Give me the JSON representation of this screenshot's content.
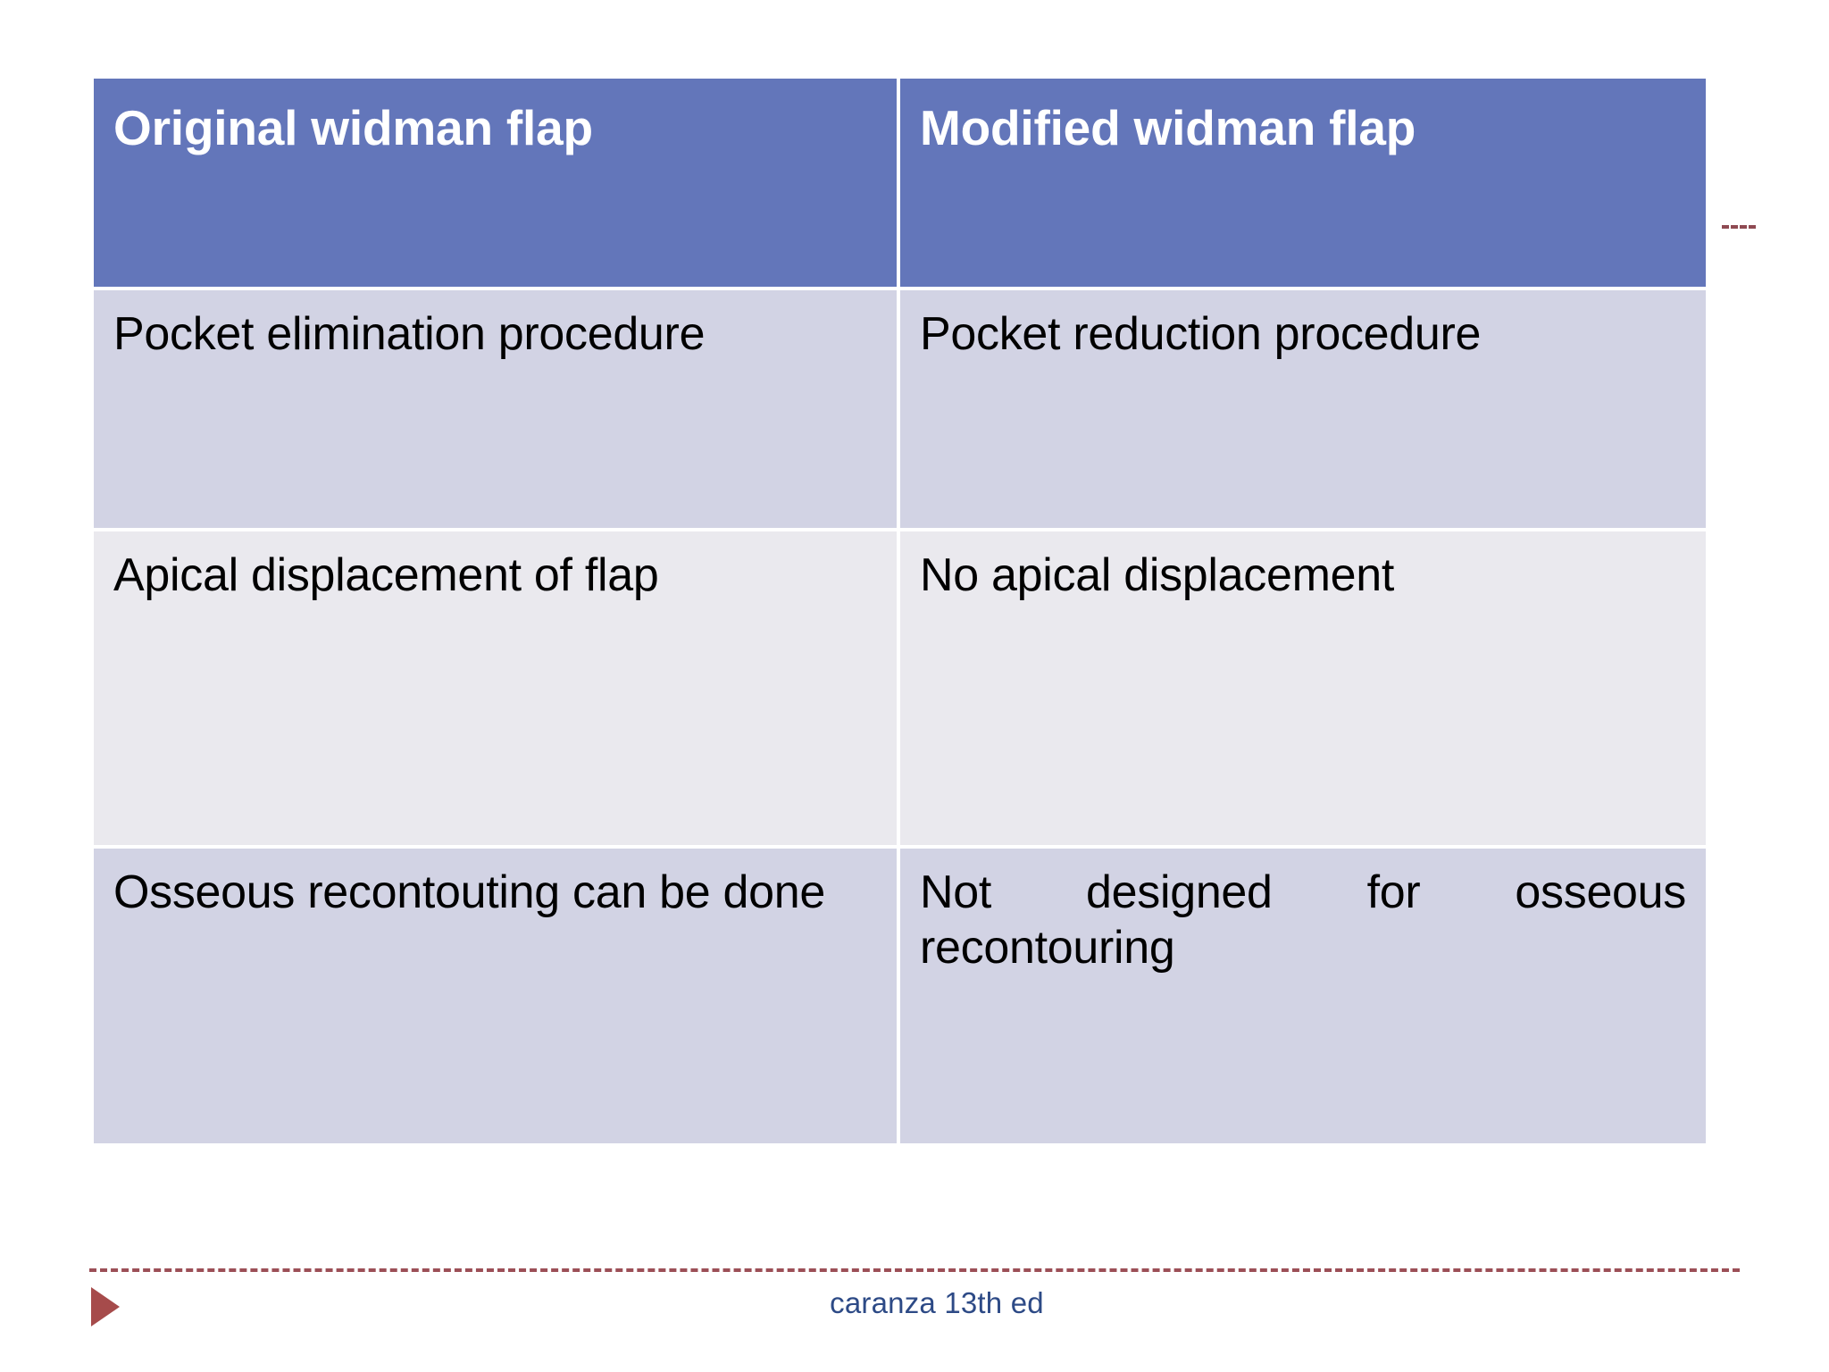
{
  "slide": {
    "background_color": "#ffffff"
  },
  "table": {
    "header_bg": "#6376ba",
    "header_text_color": "#ffffff",
    "row_shade_a": "#d2d3e4",
    "row_shade_b": "#eae9ee",
    "grid_color": "#ffffff",
    "columns": [
      {
        "label": "Original widman flap"
      },
      {
        "label": "Modified widman flap"
      }
    ],
    "rows": [
      {
        "left": "Pocket elimination procedure",
        "right": "Pocket reduction procedure"
      },
      {
        "left": "Apical displacement of flap",
        "right": "No apical displacement"
      },
      {
        "left": "Osseous recontouting can be done",
        "right": "Not designed for osseous recontouring"
      }
    ]
  },
  "footer": {
    "citation": "caranza 13th ed",
    "citation_color": "#2d4a86",
    "rule_color": "#9c4f57",
    "arrow_color": "#a64b4b",
    "arrow_icon": "play-triangle-icon"
  }
}
